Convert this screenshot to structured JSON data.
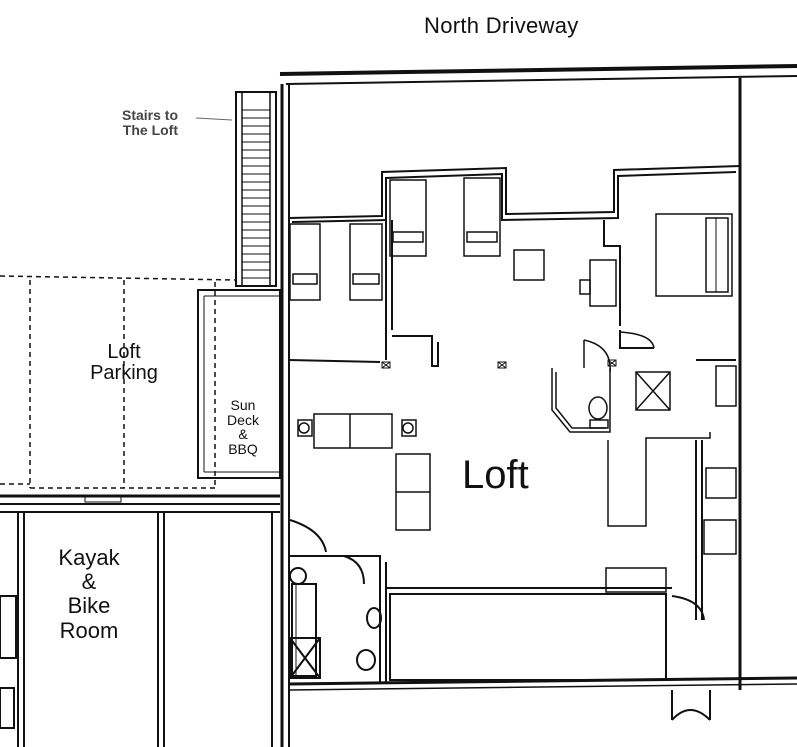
{
  "title": "North Driveway",
  "labels": {
    "stairs": [
      "Stairs to",
      "The Loft"
    ],
    "loft_parking": [
      "Loft",
      "Parking"
    ],
    "sun_deck": [
      "Sun",
      "Deck",
      "&",
      "BBQ"
    ],
    "loft": "Loft",
    "kayak": [
      "Kayak",
      "&",
      "Bike",
      "Room"
    ]
  },
  "colors": {
    "ink": "#111111",
    "background": "#ffffff",
    "stairs_text": "#444444"
  }
}
